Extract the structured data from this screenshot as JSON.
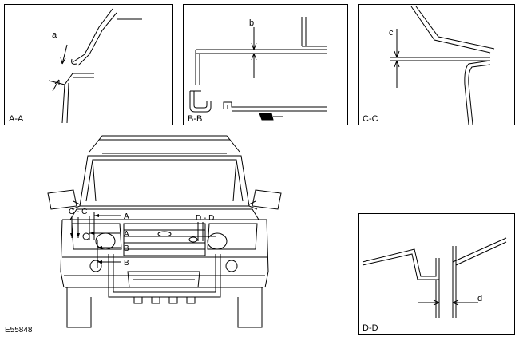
{
  "figure_id": "E55848",
  "panels": {
    "aa": {
      "label": "A-A",
      "dim": "a"
    },
    "bb": {
      "label": "B-B",
      "dim": "b"
    },
    "cc": {
      "label": "C-C",
      "dim": "c"
    },
    "dd": {
      "label": "D-D",
      "dim": "d"
    }
  },
  "callouts": {
    "a_upper": "A",
    "a_lower": "A",
    "b_upper": "B",
    "b_lower": "B",
    "cc": "C - C",
    "dd": "D - D"
  }
}
